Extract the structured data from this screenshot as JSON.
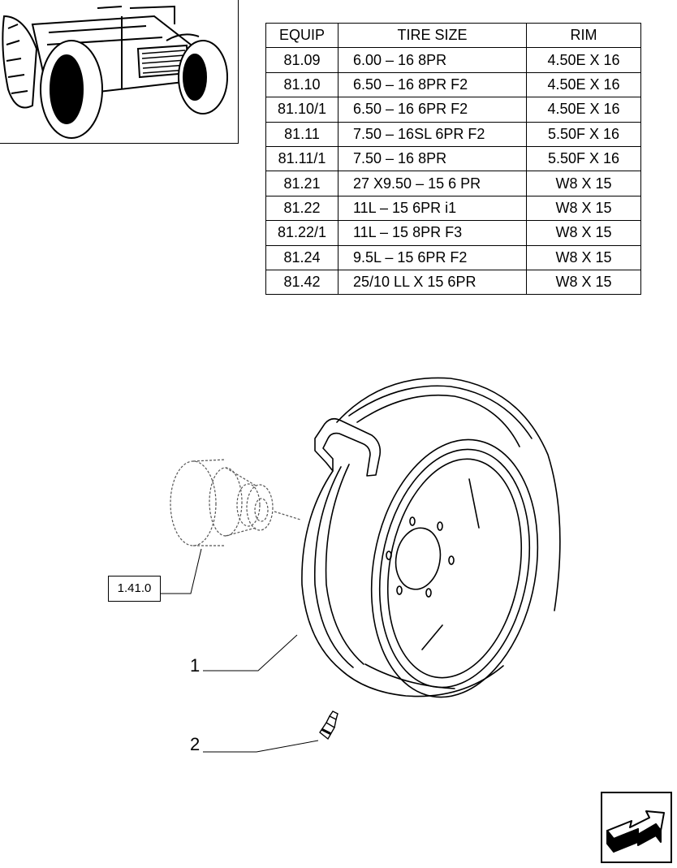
{
  "table": {
    "headers": [
      "EQUIP",
      "TIRE SIZE",
      "RIM"
    ],
    "rows": [
      [
        "81.09",
        "6.00 – 16 8PR",
        "4.50E X 16"
      ],
      [
        "81.10",
        "6.50 – 16 8PR F2",
        "4.50E X 16"
      ],
      [
        "81.10/1",
        "6.50 – 16 6PR F2",
        "4.50E X 16"
      ],
      [
        "81.11",
        "7.50 – 16SL 6PR F2",
        "5.50F X 16"
      ],
      [
        "81.11/1",
        "7.50 – 16 8PR",
        "5.50F X 16"
      ],
      [
        "81.21",
        "27 X9.50 – 15 6 PR",
        "W8 X 15"
      ],
      [
        "81.22",
        "11L – 15 6PR i1",
        "W8 X 15"
      ],
      [
        "81.22/1",
        "11L – 15 8PR F3",
        "W8 X 15"
      ],
      [
        "81.24",
        "9.5L – 15 6PR F2",
        "W8 X 15"
      ],
      [
        "81.42",
        "25/10 LL X 15 6PR",
        "W8 X 15"
      ]
    ]
  },
  "diagram": {
    "reference": "1.41.0",
    "callouts": [
      "1",
      "2"
    ]
  },
  "icons": {
    "thumbnail": "tractor-front-wheel-icon",
    "next_page": "next-page-arrow-icon"
  }
}
